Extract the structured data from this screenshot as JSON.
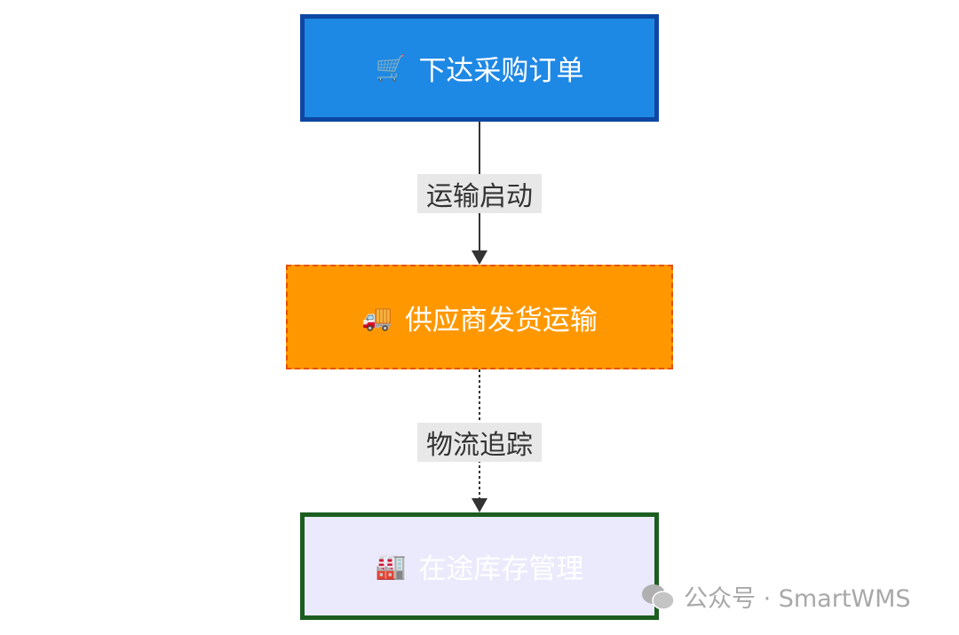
{
  "nodes": [
    {
      "icon": "shopping-cart-icon",
      "glyph": "🛒",
      "label": "下达采购订单"
    },
    {
      "icon": "delivery-truck-icon",
      "glyph": "🚚",
      "label": "供应商发货运输"
    },
    {
      "icon": "factory-icon",
      "glyph": "🏭",
      "label": "在途库存管理"
    }
  ],
  "edges": [
    {
      "label": "运输启动",
      "style": "solid"
    },
    {
      "label": "物流追踪",
      "style": "dotted"
    }
  ],
  "colors": {
    "node1_fill": "#1e88e5",
    "node1_border": "#0d47a1",
    "node2_fill": "#ff9800",
    "node2_border": "#e65100",
    "node3_fill": "#eaeafc",
    "node3_border": "#1b5e20"
  },
  "watermark": "公众号 · SmartWMS"
}
